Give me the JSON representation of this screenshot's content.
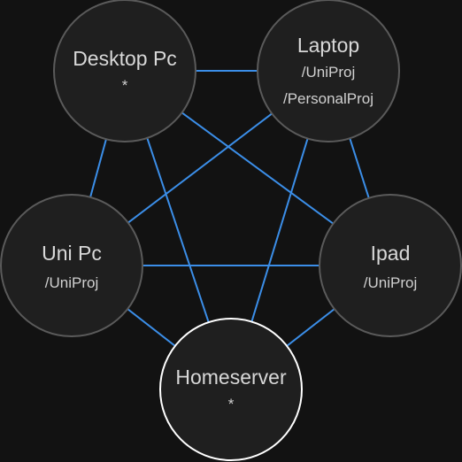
{
  "colors": {
    "background": "#121212",
    "edge": "#3b8ee8",
    "node_fill": "#1f1f1f",
    "node_stroke": "#5a5a5a",
    "node_stroke_highlight": "#ffffff",
    "text": "#d8d8d8"
  },
  "nodes": [
    {
      "id": "desktop",
      "title": "Desktop Pc",
      "lines": [
        "*"
      ]
    },
    {
      "id": "laptop",
      "title": "Laptop",
      "lines": [
        "/UniProj",
        "/PersonalProj"
      ]
    },
    {
      "id": "unipc",
      "title": "Uni Pc",
      "lines": [
        "/UniProj"
      ]
    },
    {
      "id": "ipad",
      "title": "Ipad",
      "lines": [
        "/UniProj"
      ]
    },
    {
      "id": "homeserver",
      "title": "Homeserver",
      "lines": [
        "*"
      ],
      "highlighted": true
    }
  ],
  "edges": [
    [
      "desktop",
      "laptop"
    ],
    [
      "desktop",
      "unipc"
    ],
    [
      "desktop",
      "ipad"
    ],
    [
      "desktop",
      "homeserver"
    ],
    [
      "laptop",
      "unipc"
    ],
    [
      "laptop",
      "ipad"
    ],
    [
      "laptop",
      "homeserver"
    ],
    [
      "unipc",
      "ipad"
    ],
    [
      "unipc",
      "homeserver"
    ],
    [
      "ipad",
      "homeserver"
    ]
  ]
}
